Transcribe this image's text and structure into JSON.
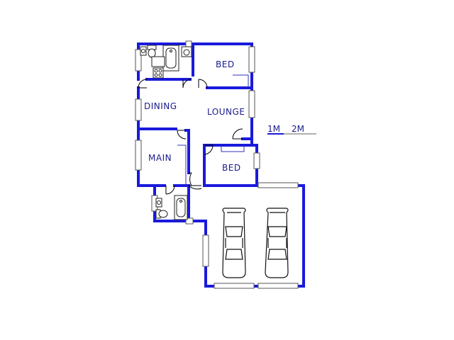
{
  "rooms": {
    "bed_top": "BED",
    "dining": "DINING",
    "lounge": "LOUNGE",
    "main": "MAIN",
    "bed_bottom": "BED"
  },
  "scale": {
    "one": "1M",
    "two": "2M"
  },
  "colors": {
    "wall": "#1a1adc",
    "label": "#1a1a8c",
    "scale_bar": "#b0b0b0"
  },
  "icons": [
    "toilet-icon",
    "bathtub-icon",
    "basin-icon",
    "stove-icon",
    "car-icon"
  ]
}
